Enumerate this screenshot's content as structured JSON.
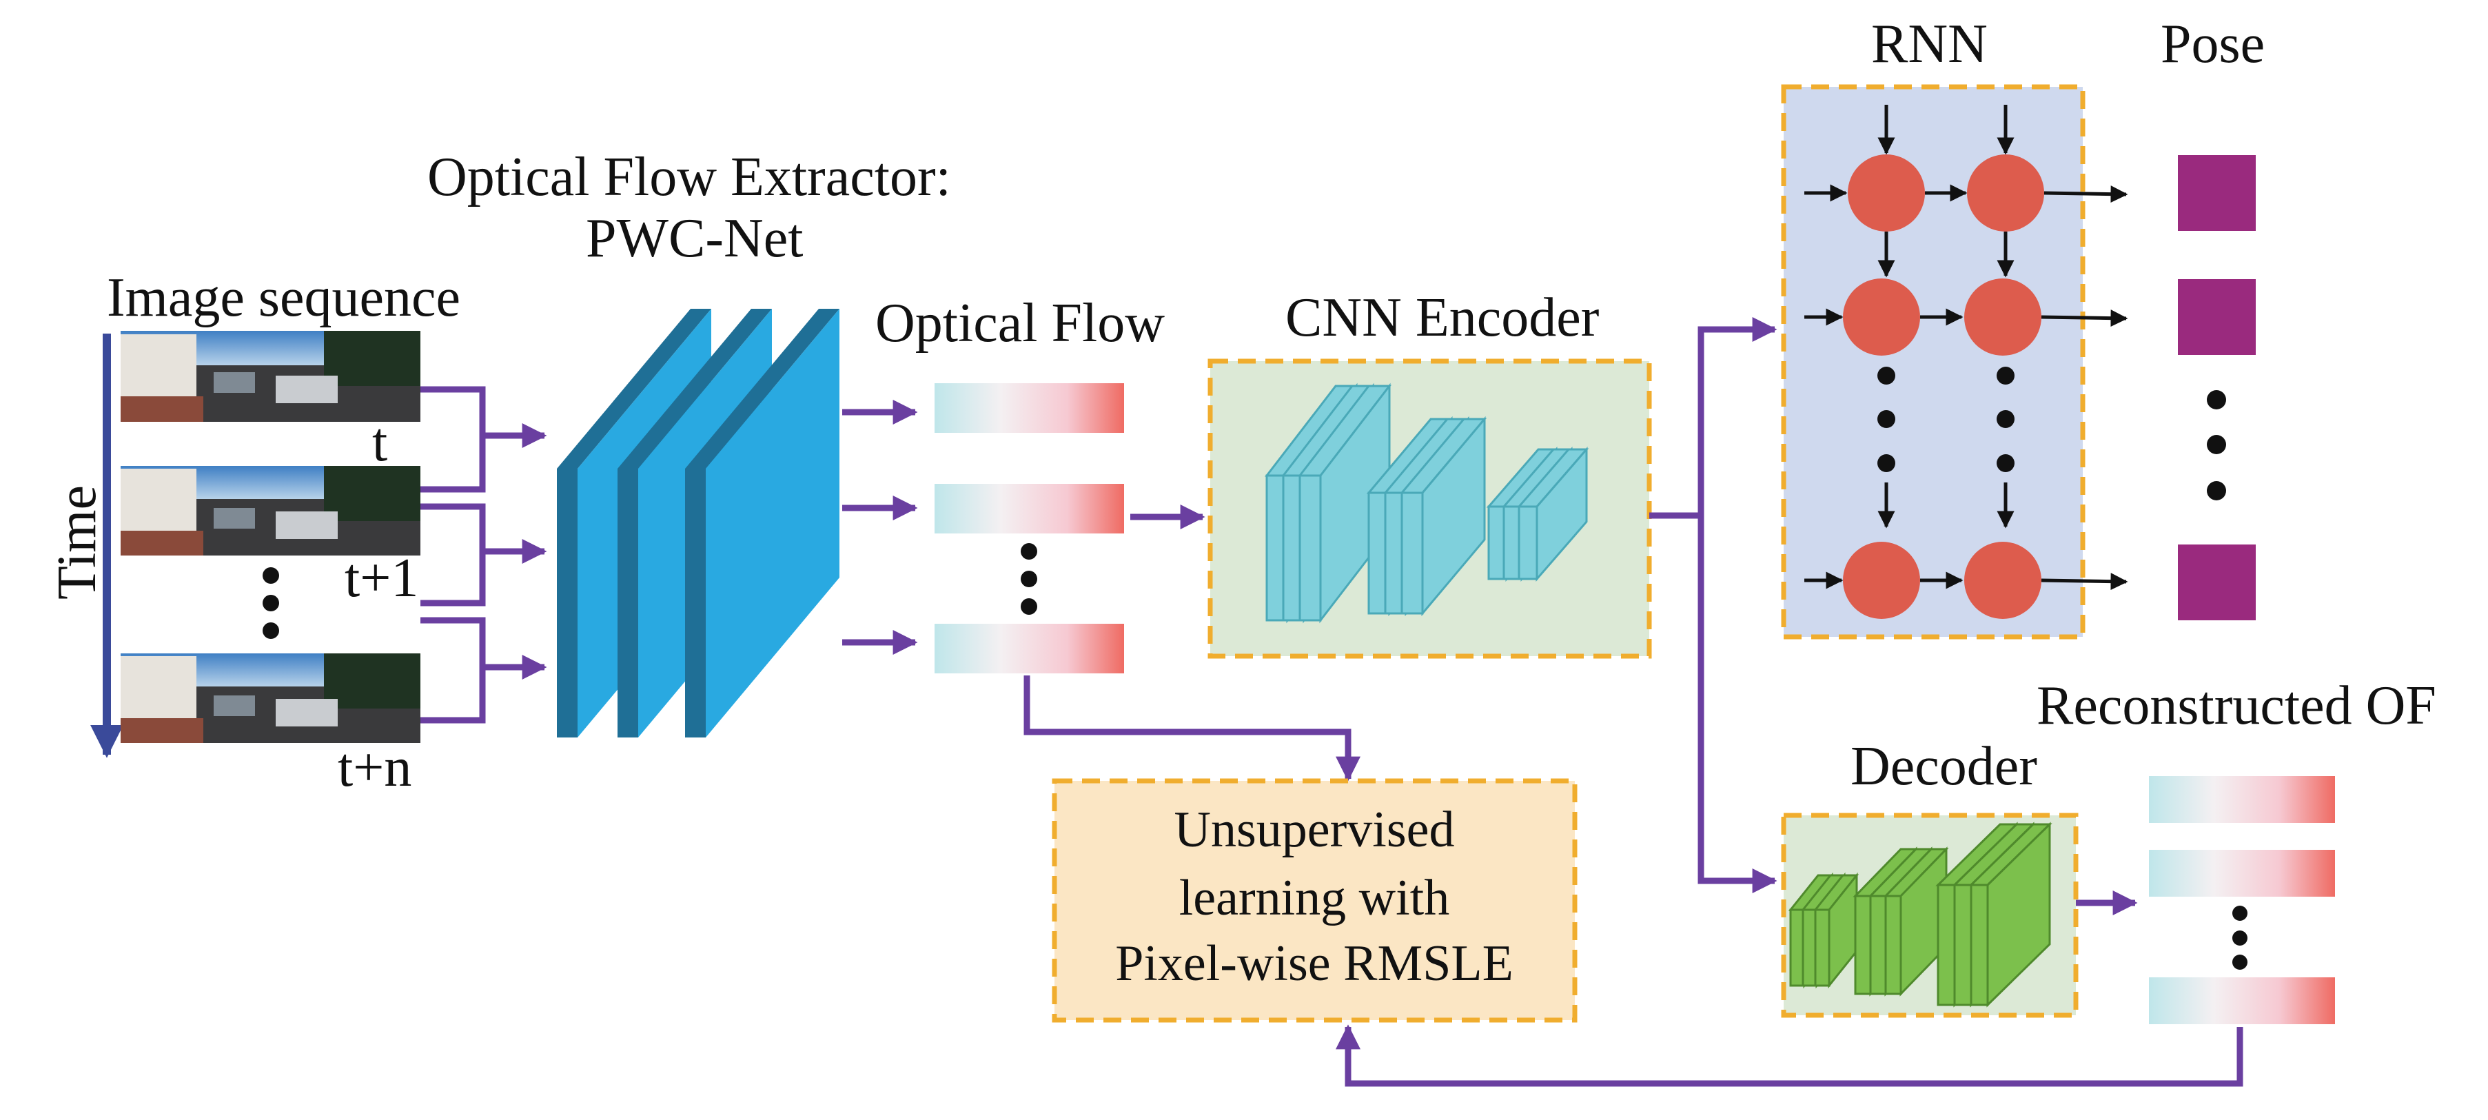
{
  "labels": {
    "image_sequence": "Image sequence",
    "time": "Time",
    "t": "t",
    "t_plus_1": "t+1",
    "t_plus_n": "t+n",
    "extractor_line1": "Optical Flow Extractor:",
    "extractor_line2": "PWC-Net",
    "optical_flow": "Optical Flow",
    "cnn_encoder": "CNN Encoder",
    "rnn": "RNN",
    "pose": "Pose",
    "decoder": "Decoder",
    "reconstructed_of": "Reconstructed OF",
    "loss_line1": "Unsupervised",
    "loss_line2": "learning with",
    "loss_line3": "Pixel-wise RMSLE"
  },
  "colors": {
    "arrow": "#6a3fa0",
    "time_axis": "#3a4a9a",
    "pwc_front": "#29a9e1",
    "pwc_side": "#1f6f96",
    "encoder_bg": "#dce9d6",
    "encoder_border": "#f0ad2e",
    "encoder_layers": "#7fd0dc",
    "rnn_bg": "#cfd9ee",
    "rnn_node": "#dd5c4d",
    "pose_square": "#9a2a7e",
    "decoder_bg": "#dce9d6",
    "decoder_layers": "#7cc04c",
    "loss_bg": "#fbe6c4"
  }
}
